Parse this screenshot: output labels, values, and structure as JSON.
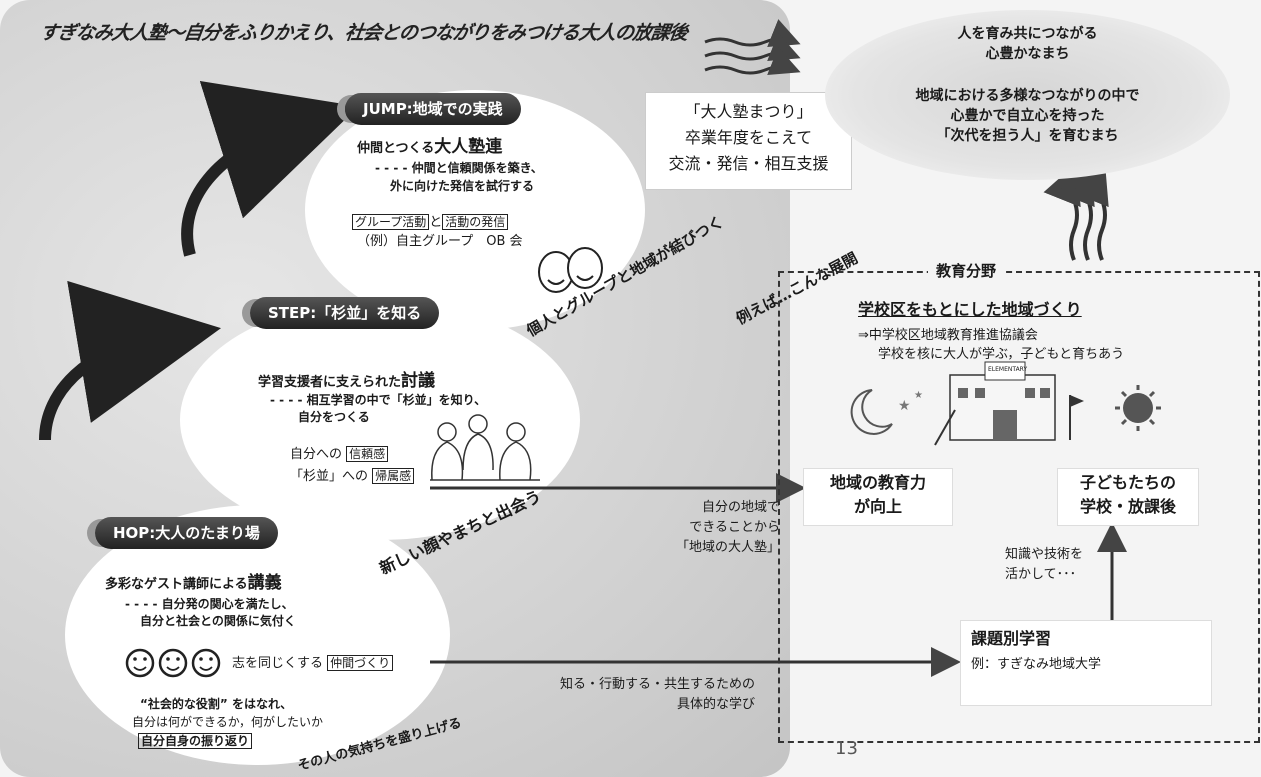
{
  "title": "すぎなみ大人塾～自分をふりかえり、社会とのつながりをみつける大人の放課後",
  "jump": {
    "label": "JUMP:地域での実践",
    "line1_a": "仲間とつくる",
    "line1_b": "大人塾連",
    "line2": "- - - - 仲間と信頼関係を築き、",
    "line3": "外に向けた発信を試行する",
    "box1": "グループ活動",
    "and": "と",
    "box2": "活動の発信",
    "example": "（例）自主グループ　OB 会"
  },
  "step": {
    "label": "STEP:「杉並」を知る",
    "line1_a": "学習支援者に支えられた",
    "line1_b": "討議",
    "line2": "- - - - 相互学習の中で「杉並」を知り、",
    "line3": "自分をつくる",
    "row1_prefix": "自分への",
    "row1_box": "信頼感",
    "row2_prefix": "「杉並」への",
    "row2_box": "帰属感"
  },
  "hop": {
    "label": "HOP:大人のたまり場",
    "line1_a": "多彩なゲスト講師による",
    "line1_b": "講義",
    "line2": "- - - - 自分発の関心を満たし、",
    "line3": "自分と社会との関係に気付く",
    "smile_text": "志を同じくする",
    "smile_box": "仲間づくり",
    "role1": "“社会的な役割” をはなれ、",
    "role2": "自分は何ができるか，何がしたいか",
    "role_box": "自分自身の振り返り"
  },
  "curved": {
    "jump_step": "個人とグループと地域が結びつく",
    "step_hop": "新しい顔やまちと出会う",
    "bottom": "その人の気持ちを盛り上げる",
    "example": "例えば…こんな展開"
  },
  "festival": [
    "「大人塾まつり」",
    "卒業年度をこえて",
    "交流・発信・相互支援"
  ],
  "vision": {
    "title1": "人を育み共につながる",
    "title2": "心豊かなまち",
    "desc1": "地域における多様なつながりの中で",
    "desc2": "心豊かで自立心を持った",
    "desc3": "「次代を担う人」を育むまち"
  },
  "education": {
    "label": "教育分野",
    "heading": "学校区をもとにした地域づくり",
    "sub1": "⇒中学校区地域教育推進協議会",
    "sub2": "学校を核に大人が学ぶ，子どもと育ちあう",
    "school_sign": "ELEMENTARY",
    "card1": [
      "地域の教育力",
      "が向上"
    ],
    "card2": [
      "子どもたちの",
      "学校・放課後"
    ],
    "knowledge": [
      "知識や技術を",
      "活かして･･･"
    ],
    "project": [
      "課題別学習",
      "例：すぎなみ地域大学"
    ]
  },
  "arrow_labels": {
    "local": [
      "自分の地域で",
      "できることから",
      "「地域の大人塾」"
    ],
    "learn": [
      "知る・行動する・共生するための",
      "具体的な学び"
    ]
  },
  "page_number": "13"
}
